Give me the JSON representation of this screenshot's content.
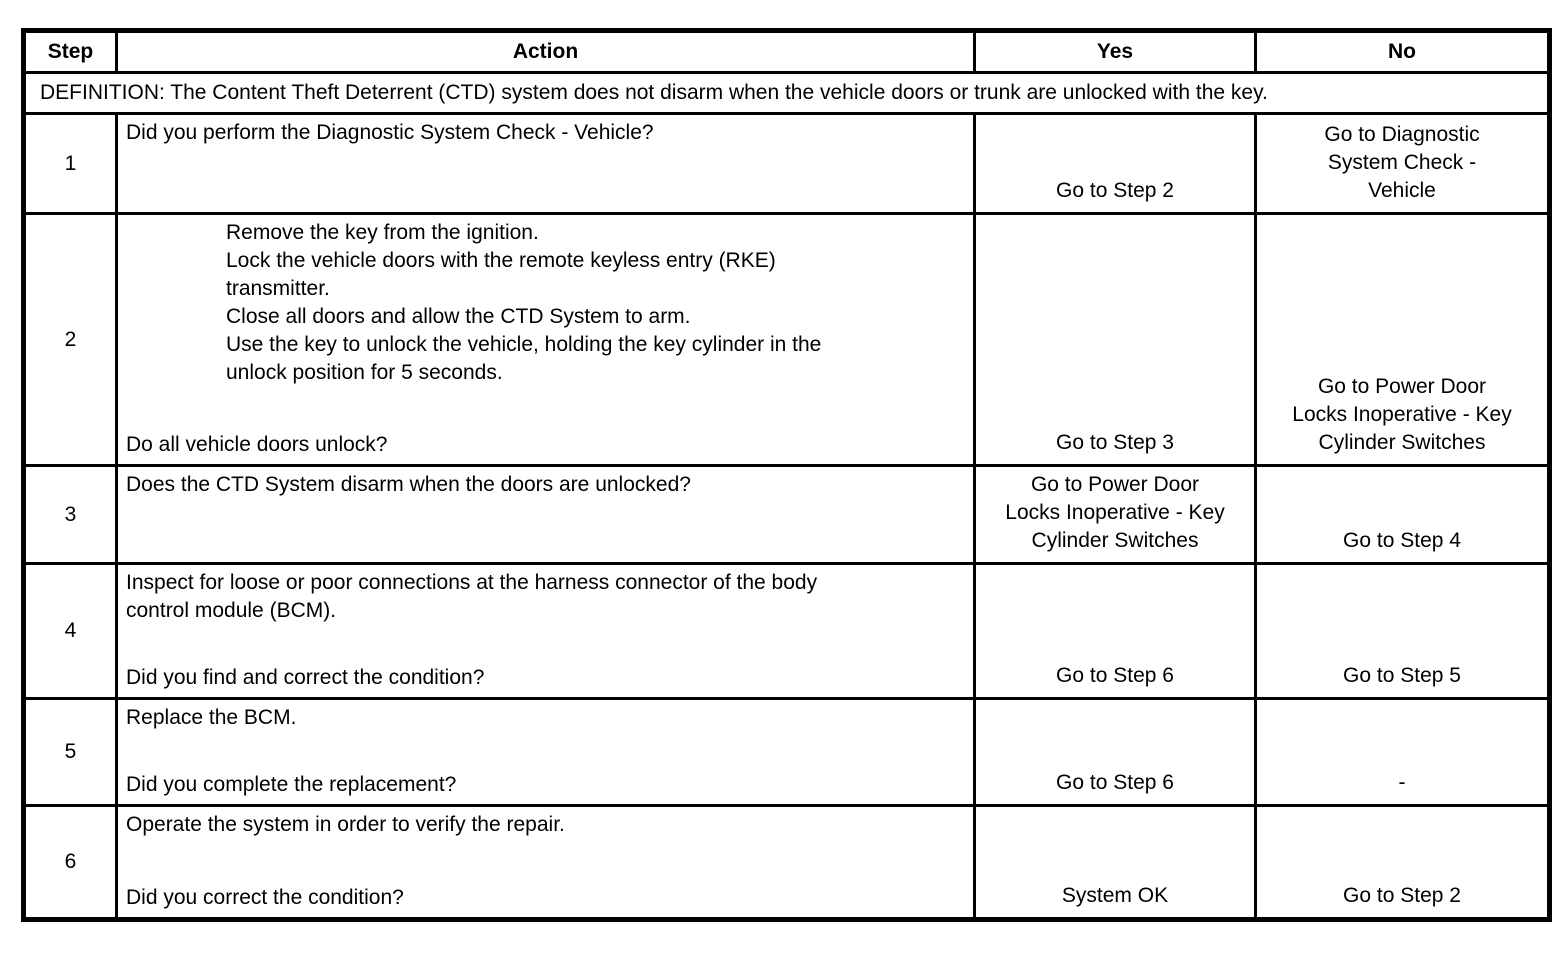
{
  "page": {
    "background": "#ffffff",
    "border_color": "#000000",
    "text_color": "#000000"
  },
  "table": {
    "headers": {
      "step": "Step",
      "action": "Action",
      "yes": "Yes",
      "no": "No"
    },
    "definition": "DEFINITION: The Content Theft Deterrent (CTD) system does not disarm when the vehicle doors or trunk are unlocked with the key.",
    "rows": [
      {
        "step": "1",
        "action_lines": [
          "Did you perform the Diagnostic System Check - Vehicle?"
        ],
        "question": "",
        "yes": [
          "Go to Step 2"
        ],
        "no": [
          "Go to Diagnostic",
          "System Check -",
          "Vehicle"
        ]
      },
      {
        "step": "2",
        "action_lines": [
          "Remove the key from the ignition.",
          "Lock the vehicle doors with the remote keyless entry (RKE)",
          "transmitter.",
          "Close all doors and allow the CTD System to arm.",
          "Use the key to unlock the vehicle, holding the key cylinder in the",
          "unlock position for 5 seconds."
        ],
        "question": "Do all vehicle doors unlock?",
        "yes": [
          "Go to Step 3"
        ],
        "no": [
          "Go to Power Door",
          "Locks Inoperative - Key",
          "Cylinder Switches"
        ]
      },
      {
        "step": "3",
        "action_lines": [
          "Does the CTD System disarm when the doors are unlocked?"
        ],
        "question": "",
        "yes": [
          "Go to Power Door",
          "Locks Inoperative - Key",
          "Cylinder Switches"
        ],
        "no": [
          "Go to Step 4"
        ]
      },
      {
        "step": "4",
        "action_lines": [
          "Inspect for loose or poor connections at the harness connector of the body",
          "control module (BCM)."
        ],
        "question": "Did you find and correct the condition?",
        "yes": [
          "Go to Step 6"
        ],
        "no": [
          "Go to Step 5"
        ]
      },
      {
        "step": "5",
        "action_lines": [
          "Replace the BCM."
        ],
        "question": "Did you complete the replacement?",
        "yes": [
          "Go to Step 6"
        ],
        "no": [
          "-"
        ]
      },
      {
        "step": "6",
        "action_lines": [
          "Operate the system in order to verify the repair."
        ],
        "question": "Did you correct the condition?",
        "yes": [
          "System OK"
        ],
        "no": [
          "Go to Step 2"
        ]
      }
    ]
  }
}
